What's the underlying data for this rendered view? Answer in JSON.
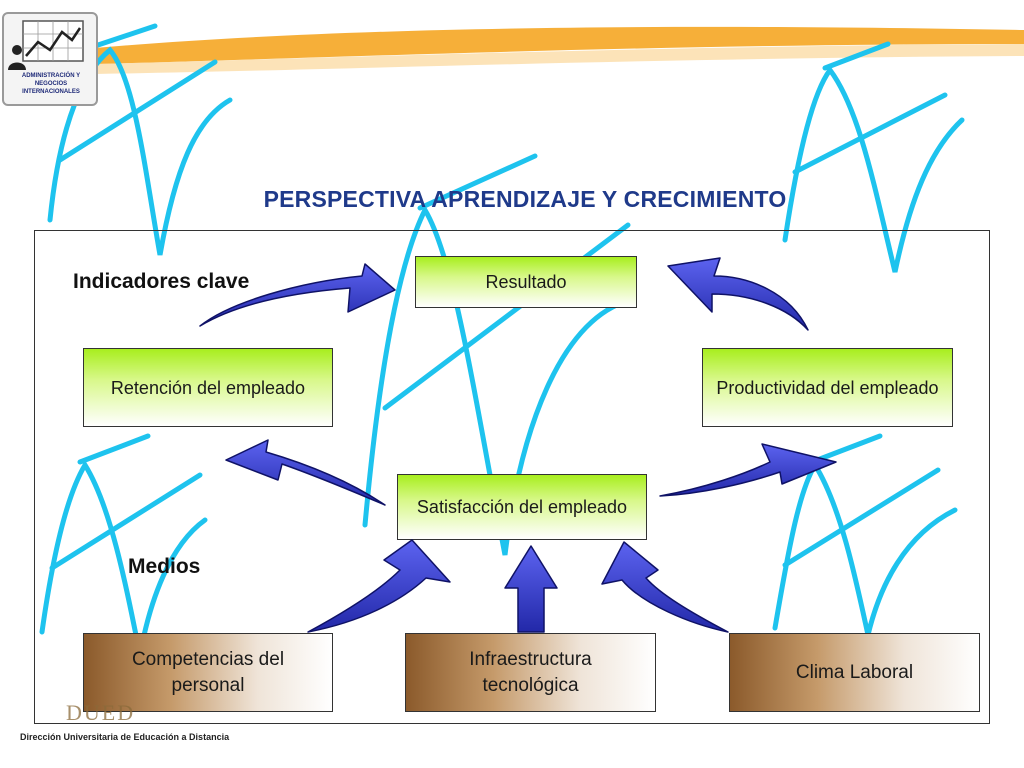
{
  "logo": {
    "line1": "ADMINISTRACIÓN Y",
    "line2": "NEGOCIOS INTERNACIONALES"
  },
  "title": "PERSPECTIVA APRENDIZAJE Y CRECIMIENTO",
  "labels": {
    "indicadores": "Indicadores clave",
    "medios": "Medios"
  },
  "boxes": {
    "resultado": "Resultado",
    "retencion": "Retención del empleado",
    "productividad": "Productividad del empleado",
    "satisfaccion": "Satisfacción del empleado",
    "competencias": "Competencias del personal",
    "infraestructura": "Infraestructura tecnológica",
    "clima": "Clima Laboral"
  },
  "footer": {
    "logo": "DUED",
    "text": "Dirección Universitaria de Educación a Distancia"
  },
  "colors": {
    "title": "#1f3a8a",
    "arrow_fill": "#3a3fd0",
    "deco_stroke": "#1ec3ee",
    "orange_band": "#f5a623"
  }
}
